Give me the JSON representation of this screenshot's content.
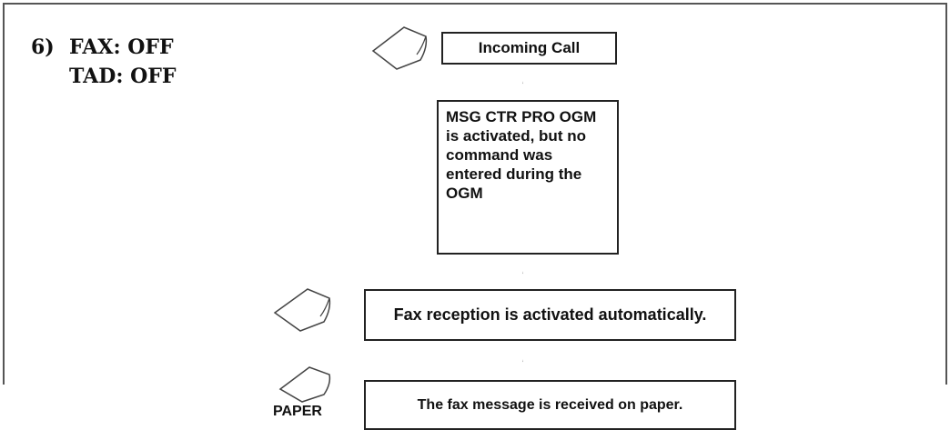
{
  "section": {
    "number": "6)",
    "fax_setting": "FAX: OFF",
    "tad_setting": "TAD: OFF"
  },
  "flow": {
    "incoming_call": "Incoming Call",
    "msg_ctr": "MSG CTR PRO OGM is activated, but no command was entered during the OGM",
    "fax_activated": "Fax reception is activated automatically.",
    "received_paper": "The fax message is received on paper."
  },
  "icons": {
    "paper_label": "PAPER",
    "paper_icon": "paper-sheet-icon"
  }
}
